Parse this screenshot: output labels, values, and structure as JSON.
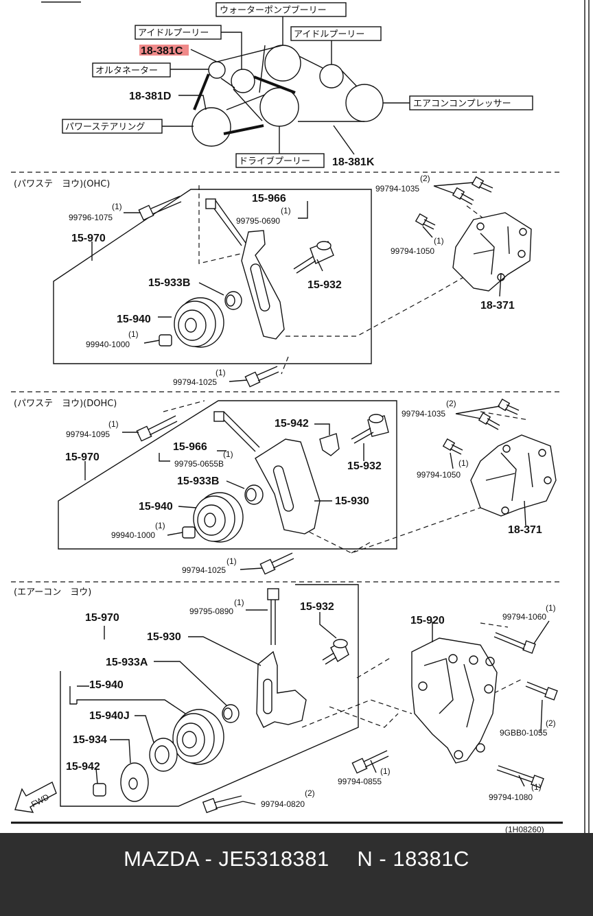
{
  "top": {
    "water_pump": "ウォーターポンプブーリー",
    "idler1": "アイドルプーリー",
    "idler2": "アイドルプーリー",
    "alternator": "オルタネーター",
    "ac_comp": "エアコンコンプレッサー",
    "power_steering": "パワーステアリング",
    "drive_pulley": "ドライブプーリー",
    "highlight": "18-381C",
    "belt_d": "18-381D",
    "belt_k": "18-381K"
  },
  "section1": {
    "title": "(パワステ　ヨウ)(OHC)",
    "bracket": "15-970",
    "b1_qty": "(1)",
    "b1": "99796-1075",
    "rod": "15-966",
    "rod_qty": "(1)",
    "rod_bolt": "99795-0690",
    "bush": "15-933B",
    "pin": "15-932",
    "pulley": "15-940",
    "nut_qty": "(1)",
    "nut": "99940-1000",
    "bb_qty": "(1)",
    "bb": "99794-1025",
    "r1_qty": "(2)",
    "r1": "99794-1035",
    "r2_qty": "(1)",
    "r2": "99794-1050",
    "bracket_eng": "18-371"
  },
  "section2": {
    "title": "(パワステ　ヨウ)(DOHC)",
    "bracket": "15-970",
    "b1_qty": "(1)",
    "b1": "99794-1095",
    "rod": "15-966",
    "rod_qty": "(1)",
    "rod_bolt": "99795-0655B",
    "bush": "15-933B",
    "clip": "15-942",
    "pin": "15-932",
    "plate": "15-930",
    "pulley": "15-940",
    "nut_qty": "(1)",
    "nut": "99940-1000",
    "bb_qty": "(1)",
    "bb": "99794-1025",
    "r1_qty": "(2)",
    "r1": "99794-1035",
    "r2_qty": "(1)",
    "r2": "99794-1050",
    "bracket_eng": "18-371"
  },
  "section3": {
    "title": "(エアーコン　ヨウ)",
    "bracket": "15-970",
    "bolt_qty": "(1)",
    "bolt": "99795-0890",
    "pin": "15-932",
    "plate": "15-930",
    "bush": "15-933A",
    "pulley": "15-940",
    "pulley_j": "15-940J",
    "bearing": "15-934",
    "nut": "15-942",
    "bracket_ac": "15-920",
    "r1_qty": "(1)",
    "r1": "99794-1060",
    "r2_qty": "(2)",
    "r2": "9GBB0-1055",
    "r3_qty": "(1)",
    "r3": "99794-0855",
    "r4_qty": "(1)",
    "r4": "99794-1080",
    "bb_qty": "(2)",
    "bb": "99794-0820",
    "fwd": "FWD"
  },
  "drawing_id": "(1H08260)",
  "footer": "MAZDA - JE5318381　 N - 18381C"
}
